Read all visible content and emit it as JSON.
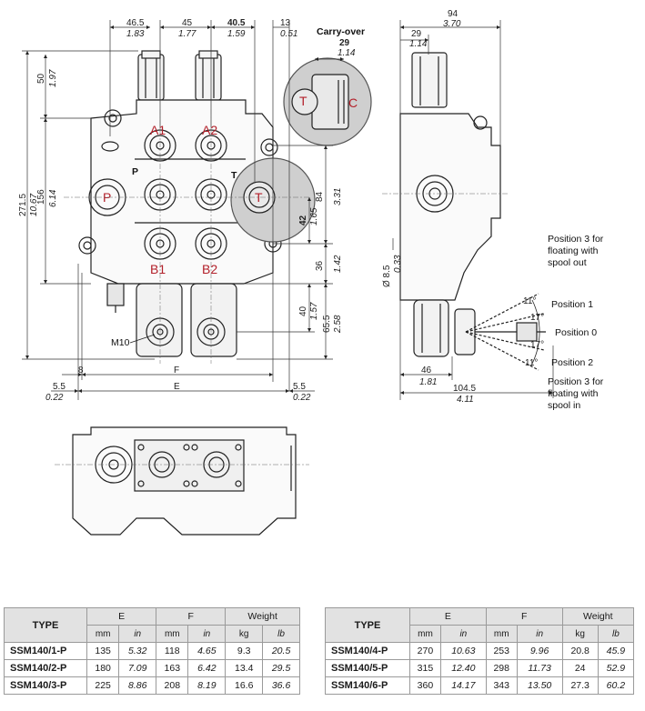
{
  "dimensions": {
    "top_46_5": "46.5",
    "top_1_83": "1.83",
    "top_45": "45",
    "top_1_77": "1.77",
    "top_40_5": "40.5",
    "top_1_59": "1.59",
    "top_13": "13",
    "top_0_51": "0.51",
    "carry_29": "29",
    "carry_1_14": "1.14",
    "left_50": "50",
    "left_1_97": "1.97",
    "left_271_5": "271.5",
    "left_10_67": "10.67",
    "left_156": "156",
    "left_6_14": "6.14",
    "r_84": "84",
    "r_3_31": "3.31",
    "r_42": "42",
    "r_1_65": "1.65",
    "r_36": "36",
    "r_1_42": "1.42",
    "r_40": "40",
    "r_1_57": "1.57",
    "r_65_5": "65.5",
    "r_2_58": "2.58",
    "b_8": "8",
    "b_F": "F",
    "b_E": "E",
    "b_5_5_left": "5.5",
    "b_0_22_left": "0.22",
    "b_5_5_right": "5.5",
    "b_0_22_right": "0.22",
    "side_94": "94",
    "side_3_70": "3.70",
    "side_29": "29",
    "side_1_14": "1.14",
    "side_dia": "Ø 8.5",
    "side_dia_in": "0.33",
    "side_46": "46",
    "side_1_81": "1.81",
    "side_104_5": "104.5",
    "side_4_11": "4.11"
  },
  "labels": {
    "carry_over": "Carry-over",
    "m10": "M10",
    "ports": {
      "A1": "A1",
      "A2": "A2",
      "B1": "B1",
      "B2": "B2",
      "P_red": "P",
      "T_red": "T",
      "P_black": "P",
      "T_black": "T",
      "T_carry": "T",
      "C_carry": "C"
    },
    "positions": {
      "pos3_out_a": "Position 3 for",
      "pos3_out_b": "floating with",
      "pos3_out_c": "spool out",
      "pos1": "Position 1",
      "pos0": "Position 0",
      "pos2": "Position 2",
      "pos3_in_a": "Position 3 for",
      "pos3_in_b": "floating with",
      "pos3_in_c": "spool in"
    },
    "angles": {
      "a11_top": "11°",
      "a17_top": "17°",
      "a17_bot": "17°",
      "a11_bot": "11°"
    }
  },
  "tables": {
    "headers": {
      "type": "TYPE",
      "e": "E",
      "f": "F",
      "weight": "Weight",
      "mm": "mm",
      "in": "in",
      "kg": "kg",
      "lb": "lb"
    },
    "left": [
      {
        "model": "SSM140/1-P",
        "e_mm": "135",
        "e_in": "5.32",
        "f_mm": "118",
        "f_in": "4.65",
        "kg": "9.3",
        "lb": "20.5"
      },
      {
        "model": "SSM140/2-P",
        "e_mm": "180",
        "e_in": "7.09",
        "f_mm": "163",
        "f_in": "6.42",
        "kg": "13.4",
        "lb": "29.5"
      },
      {
        "model": "SSM140/3-P",
        "e_mm": "225",
        "e_in": "8.86",
        "f_mm": "208",
        "f_in": "8.19",
        "kg": "16.6",
        "lb": "36.6"
      }
    ],
    "right": [
      {
        "model": "SSM140/4-P",
        "e_mm": "270",
        "e_in": "10.63",
        "f_mm": "253",
        "f_in": "9.96",
        "kg": "20.8",
        "lb": "45.9"
      },
      {
        "model": "SSM140/5-P",
        "e_mm": "315",
        "e_in": "12.40",
        "f_mm": "298",
        "f_in": "11.73",
        "kg": "24",
        "lb": "52.9"
      },
      {
        "model": "SSM140/6-P",
        "e_mm": "360",
        "e_in": "14.17",
        "f_mm": "343",
        "f_in": "13.50",
        "kg": "27.3",
        "lb": "60.2"
      }
    ]
  },
  "colors": {
    "port_red": "#b3202a",
    "detail_gray": "#cfcfcf",
    "header_gray": "#e2e2e2"
  }
}
